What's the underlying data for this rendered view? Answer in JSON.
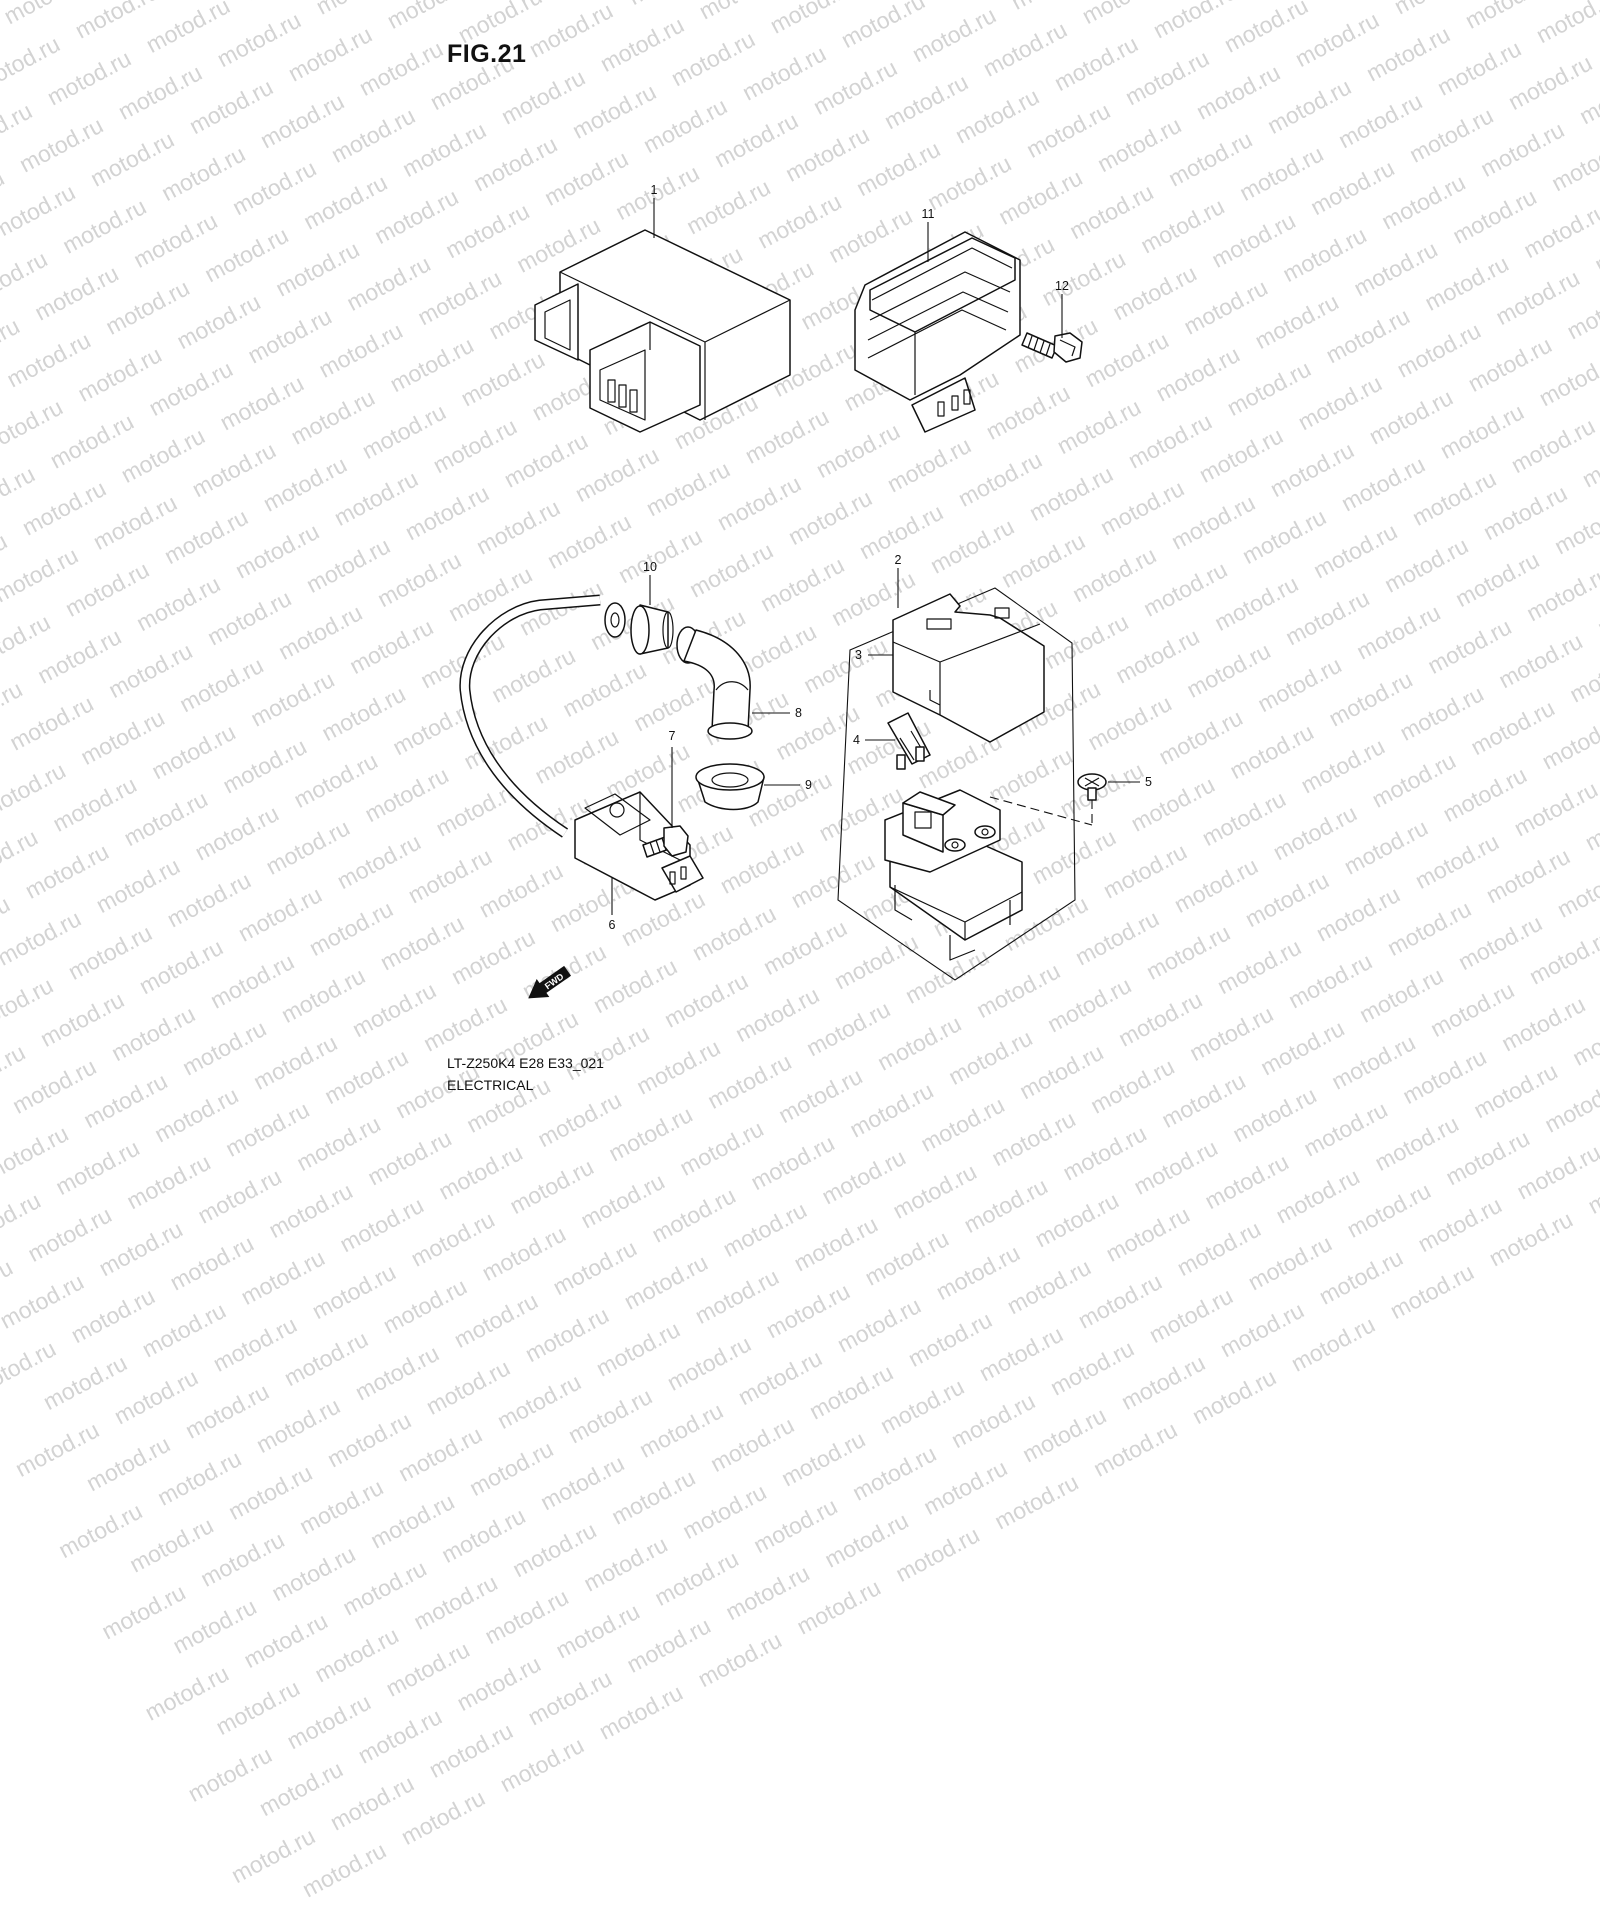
{
  "figure": {
    "title": "FIG.21"
  },
  "watermark": {
    "text": "motod.ru"
  },
  "callouts": {
    "c1": "1",
    "c2": "2",
    "c3": "3",
    "c4": "4",
    "c5": "5",
    "c6": "6",
    "c7": "7",
    "c8": "8",
    "c9": "9",
    "c10": "10",
    "c11": "11",
    "c12": "12"
  },
  "fwd_label": "FWD",
  "footer": {
    "code": "LT-Z250K4 E28 E33_021",
    "section": "ELECTRICAL"
  },
  "colors": {
    "line": "#111111",
    "watermark": "#d3d3d3",
    "background": "#ffffff"
  }
}
